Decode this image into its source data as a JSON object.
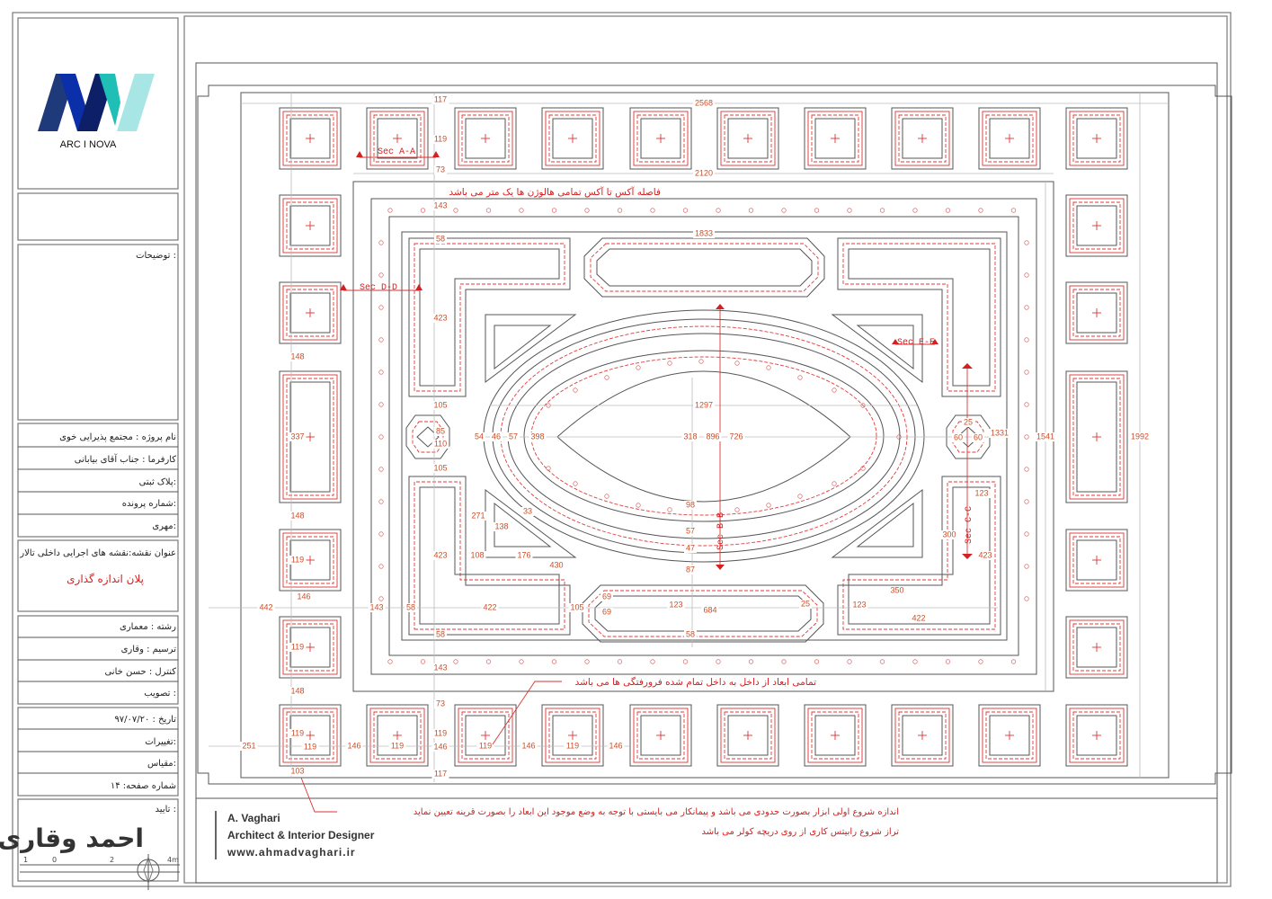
{
  "logo": {
    "text": "ARC  I  NOVA",
    "colors": [
      "#1f3a7a",
      "#0b1f8c",
      "#0d1f66",
      "#1fbfb5",
      "#a8e6e6"
    ]
  },
  "title_block": {
    "notes_label": "توضیحات :",
    "project_name": "نام پروژه : مجتمع پذیرایی خوی",
    "client": "کارفرما :  جناب آقای بیابانی",
    "plate": "پلاک ثبتی:",
    "file_number": "شماره پرونده:",
    "engineer": "مهری:",
    "drawing_title": "عنوان نقشه:نقشه های اجرایی داخلی تالار",
    "drawing_subtitle": "پلان اندازه گذاری",
    "discipline": "رشته :   معماری",
    "drawn_by": "ترسیم :   وقاری",
    "checked_by": "کنترل :  حسن خانی",
    "approved": "تصویب :",
    "date": "تاریخ :  ۹۷/۰۷/۲۰",
    "revisions": "تغییرات:",
    "scale": "مقیاس:",
    "sheet_number": "شماره صفحه:  ۱۴",
    "confirm": "تایید :",
    "signature_logo": "احمد وقاری",
    "scale_bar": [
      "1",
      "0",
      "2",
      "4m"
    ]
  },
  "designer": {
    "name": "A. Vaghari",
    "role": "Architect & Interior Designer",
    "website": "www.ahmadvaghari.ir"
  },
  "notes": {
    "axis_spacing": "فاصله آکس تا آکس تمامی هالوژن ها یک متر می باشد",
    "dimensions_inside": "تمامی ابعاد از داخل به داخل تمام شده فرورفتگی ها می باشد",
    "tool_start": "اندازه شروع اولی ابزار بصورت حدودی می باشد و پیمانکار می بایستی با توجه به وضع موجود این ابعاد را بصورت قرینه تعیین نماید",
    "level_start": "تراز شروع رابیتس کاری از روی دریچه کولر می باشد"
  },
  "sections": [
    "Sec A-A",
    "Sec D-D",
    "Sec E-E",
    "Sec B-B",
    "Sec C-C"
  ],
  "colors": {
    "line": "#555555",
    "red": "#e03a3a",
    "dimension": "#c8502a"
  },
  "drawing": {
    "dims": [
      "117",
      "2568",
      "119",
      "73",
      "2120",
      "143",
      "58",
      "1833",
      "423",
      "148",
      "105",
      "1297",
      "85",
      "110",
      "54",
      "46",
      "57",
      "398",
      "318",
      "896",
      "726",
      "25",
      "60",
      "60",
      "1331",
      "1541",
      "1992",
      "337",
      "105",
      "123",
      "271",
      "33",
      "138",
      "98",
      "57",
      "47",
      "300",
      "423",
      "108",
      "176",
      "430",
      "423",
      "87",
      "148",
      "119",
      "350",
      "69",
      "69",
      "146",
      "442",
      "143",
      "58",
      "422",
      "105",
      "123",
      "684",
      "25",
      "123",
      "422",
      "58",
      "58",
      "143",
      "119",
      "148",
      "73",
      "119",
      "119",
      "146",
      "119",
      "146",
      "119",
      "119",
      "146",
      "119",
      "146",
      "251",
      "103",
      "117"
    ]
  }
}
